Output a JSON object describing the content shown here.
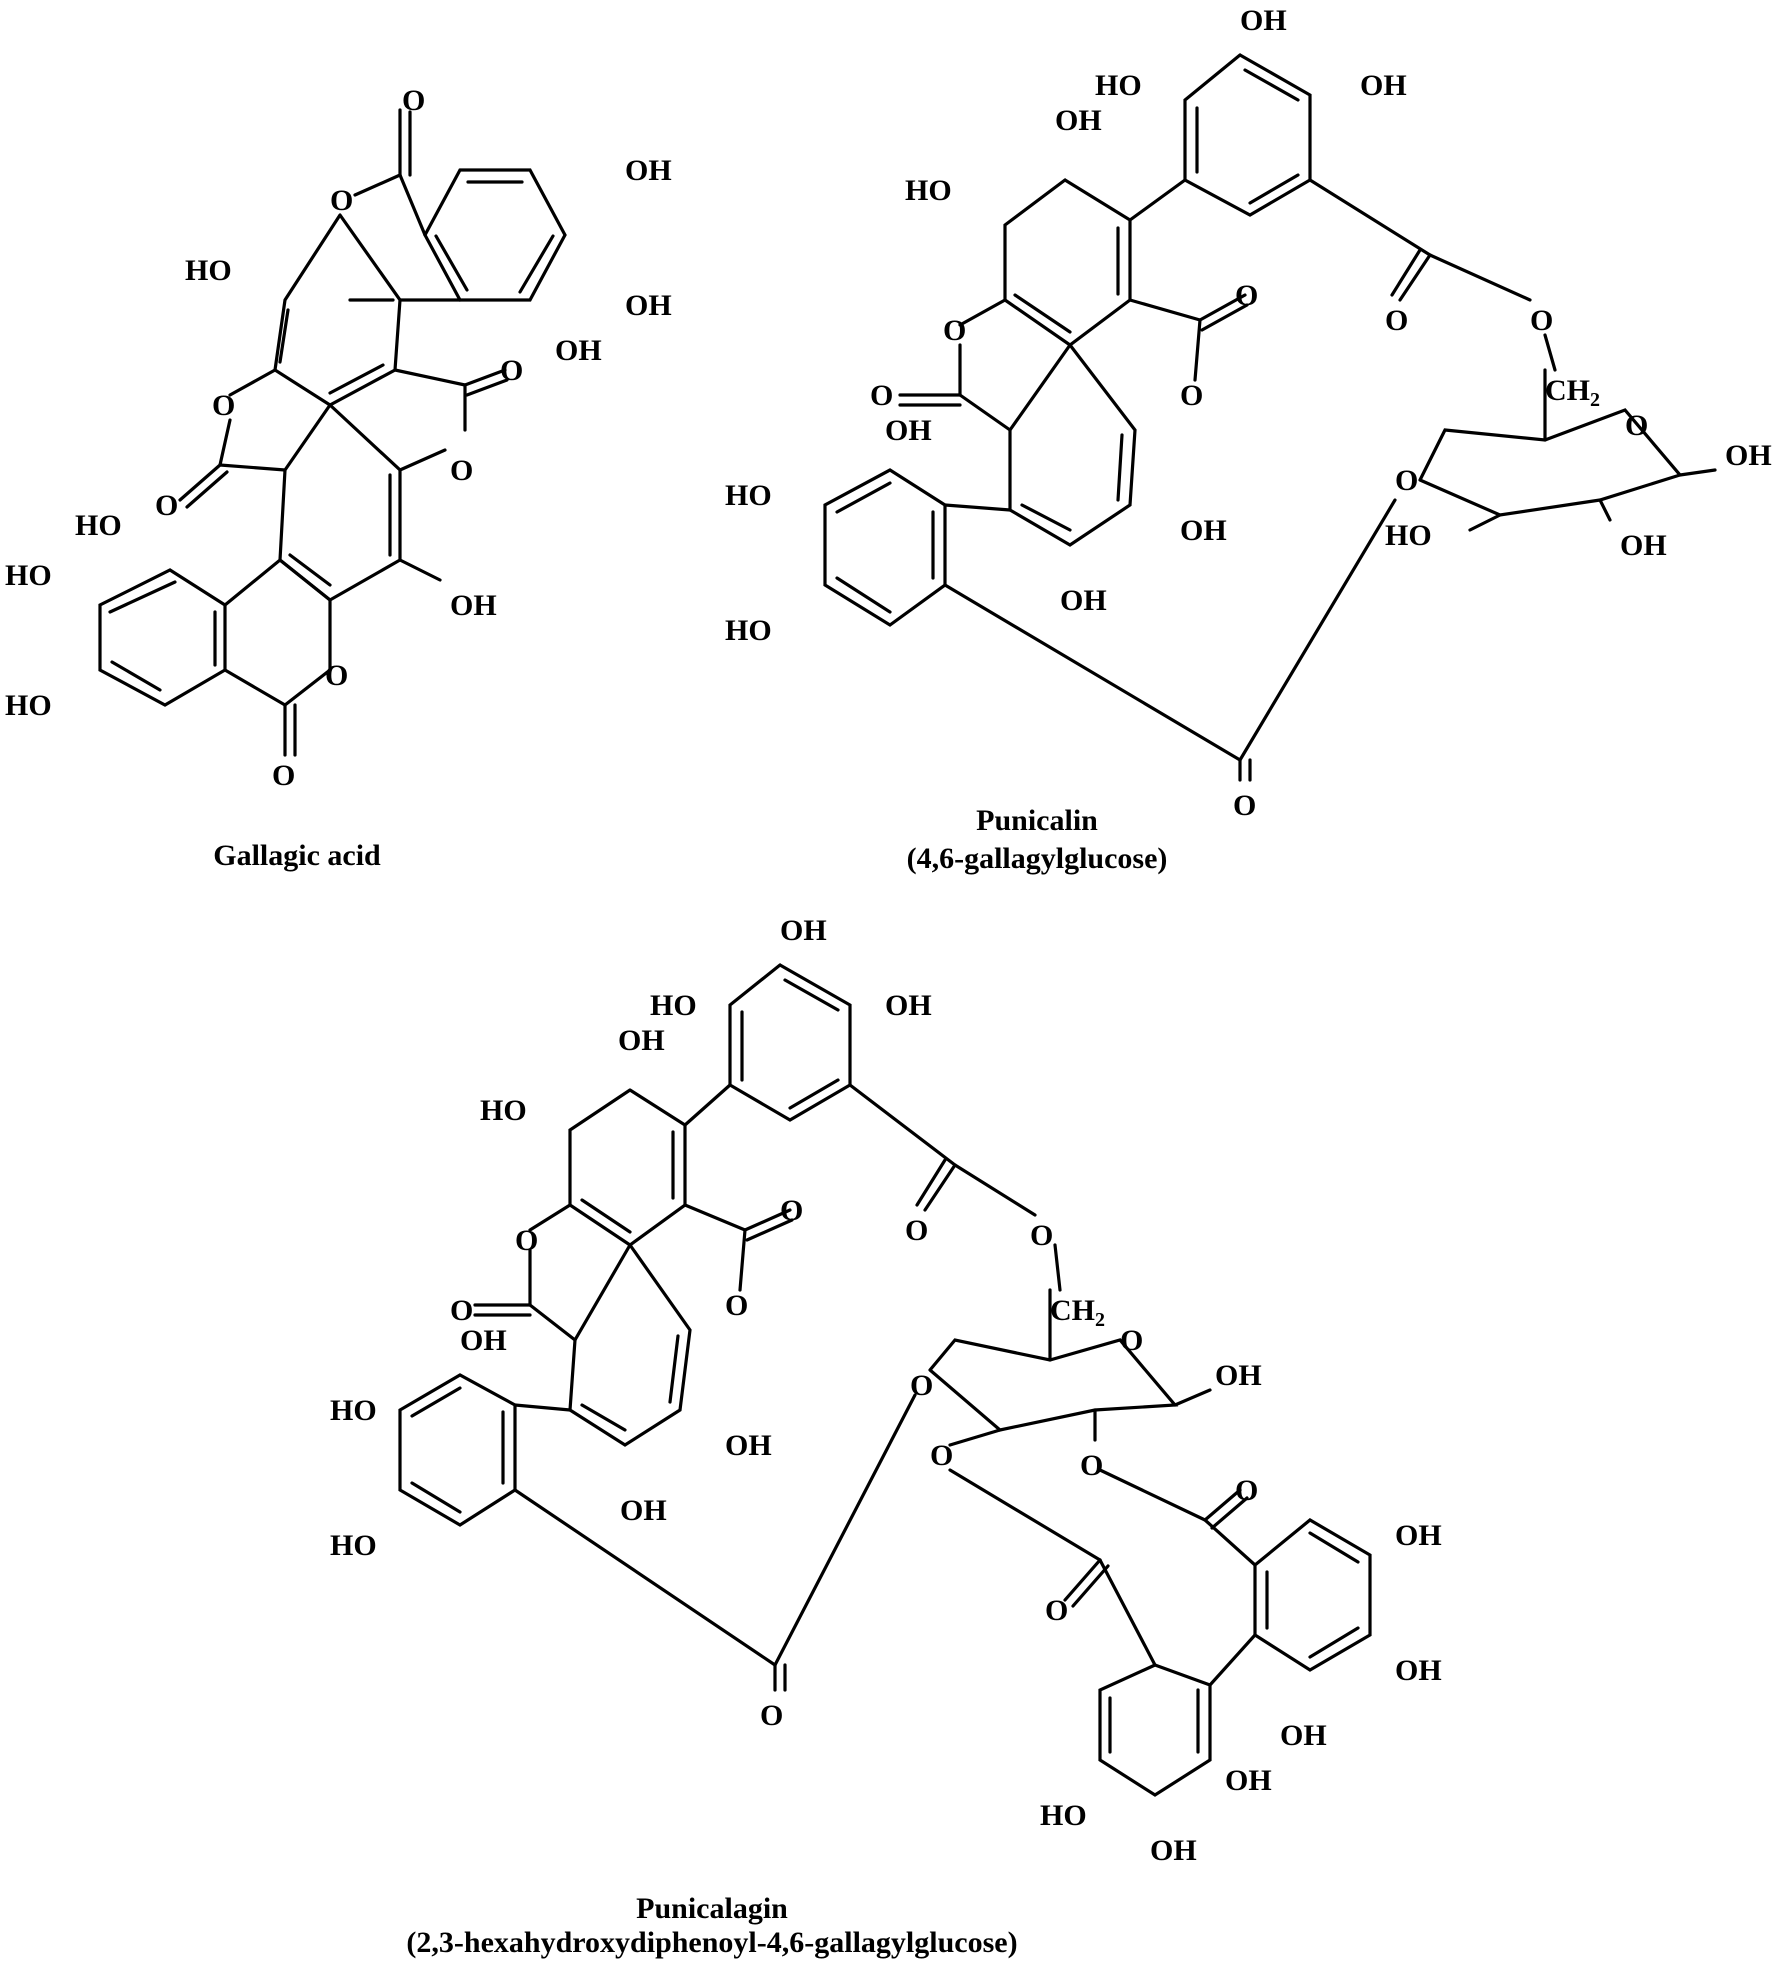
{
  "figure": {
    "atom_labels": {
      "hydroxyl": "OH",
      "hydroxyl_left": "HO",
      "oxygen": "O",
      "methylene": "CH",
      "methylene_sub": "2"
    },
    "molecules": [
      {
        "caption_line1": "Gallagic acid",
        "caption_line2": ""
      },
      {
        "caption_line1": "Punicalin",
        "caption_line2": "(4,6-gallagylglucose)"
      },
      {
        "caption_line1": "Punicalagin",
        "caption_line2": "(2,3-hexahydroxydiphenoyl-4,6-gallagylglucose)"
      }
    ]
  }
}
